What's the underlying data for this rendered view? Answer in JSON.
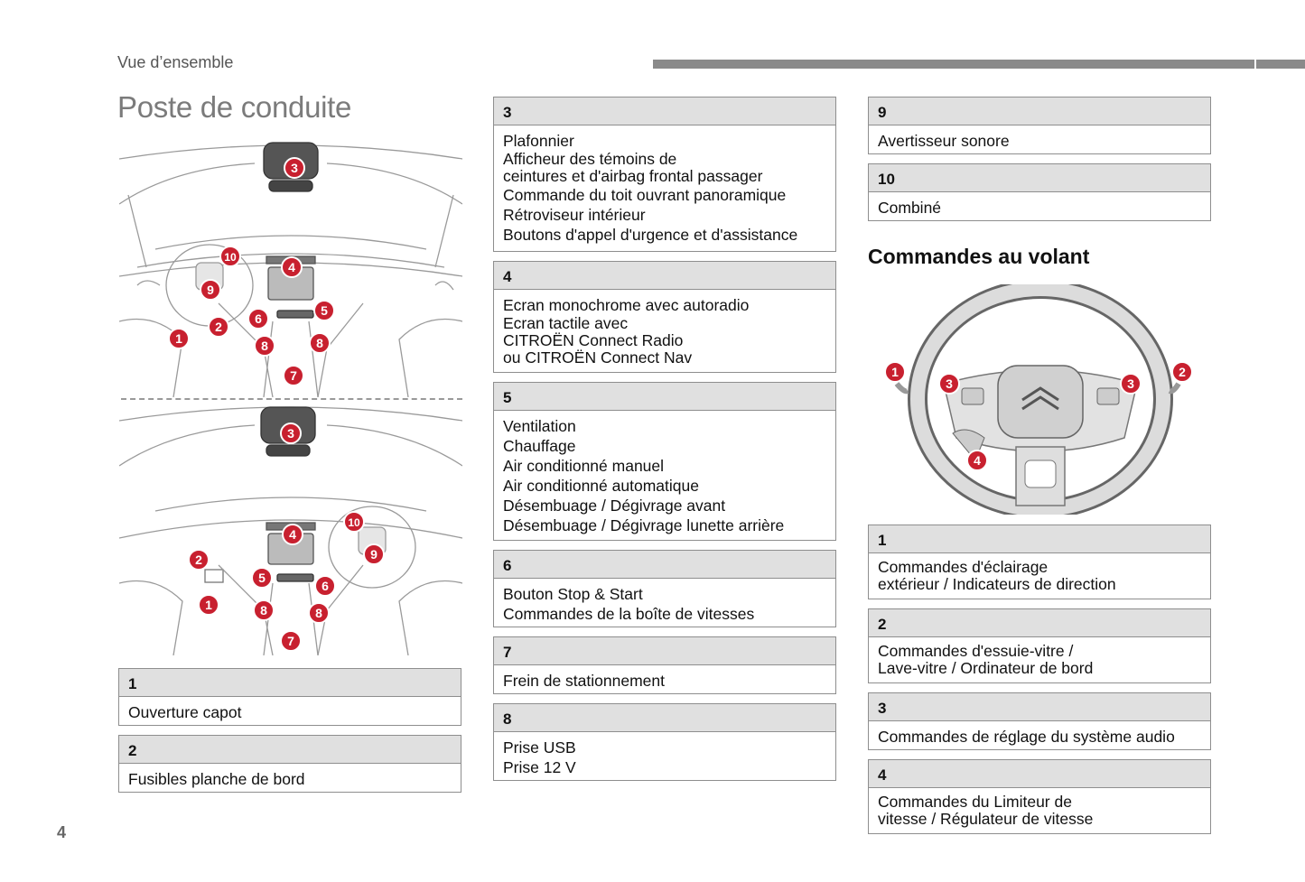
{
  "header": {
    "section": "Vue d’ensemble",
    "title": "Poste de conduite"
  },
  "page_number": "4",
  "illustrations": {
    "dashboard_lhd": {
      "badges": [
        "3",
        "10",
        "4",
        "9",
        "5",
        "6",
        "2",
        "1",
        "8",
        "8",
        "7"
      ]
    },
    "dashboard_rhd": {
      "badges": [
        "3",
        "10",
        "4",
        "9",
        "2",
        "5",
        "6",
        "1",
        "8",
        "8",
        "7"
      ]
    },
    "steering_wheel": {
      "badges": [
        "1",
        "3",
        "3",
        "2",
        "4"
      ]
    }
  },
  "left_boxes": [
    {
      "num": "1",
      "lines": [
        "Ouverture capot"
      ]
    },
    {
      "num": "2",
      "lines": [
        "Fusibles planche de bord"
      ]
    }
  ],
  "middle_boxes": [
    {
      "num": "3",
      "lines": [
        "Plafonnier",
        "Afficheur des témoins de",
        "ceintures et d'airbag frontal passager",
        "Commande du toit ouvrant panoramique",
        "Rétroviseur intérieur",
        "Boutons d'appel d'urgence et d'assistance"
      ]
    },
    {
      "num": "4",
      "lines": [
        "Ecran monochrome avec autoradio",
        "Ecran tactile avec",
        "CITROËN Connect Radio",
        "ou CITROËN Connect Nav"
      ]
    },
    {
      "num": "5",
      "lines": [
        "Ventilation",
        "Chauffage",
        "Air conditionné manuel",
        "Air conditionné automatique",
        "Désembuage / Dégivrage avant",
        "Désembuage / Dégivrage lunette arrière"
      ]
    },
    {
      "num": "6",
      "lines": [
        "Bouton Stop & Start",
        "Commandes de la boîte de vitesses"
      ]
    },
    {
      "num": "7",
      "lines": [
        "Frein de stationnement"
      ]
    },
    {
      "num": "8",
      "lines": [
        "Prise USB",
        "Prise 12 V"
      ]
    }
  ],
  "right_top_boxes": [
    {
      "num": "9",
      "lines": [
        "Avertisseur sonore"
      ]
    },
    {
      "num": "10",
      "lines": [
        "Combiné"
      ]
    }
  ],
  "steering_section_title": "Commandes au volant",
  "steering_boxes": [
    {
      "num": "1",
      "lines": [
        "Commandes d'éclairage",
        "extérieur / Indicateurs de direction"
      ]
    },
    {
      "num": "2",
      "lines": [
        "Commandes d'essuie-vitre /",
        "Lave-vitre / Ordinateur de bord"
      ]
    },
    {
      "num": "3",
      "lines": [
        "Commandes de réglage du système audio"
      ]
    },
    {
      "num": "4",
      "lines": [
        "Commandes du Limiteur de",
        "vitesse / Régulateur de vitesse"
      ]
    }
  ],
  "colors": {
    "badge": "#c8202f",
    "box_header": "#e0e0e0",
    "box_border": "#8e8e8e",
    "title_gray": "#7b7b7b",
    "rule_gray": "#8a8a8a"
  }
}
